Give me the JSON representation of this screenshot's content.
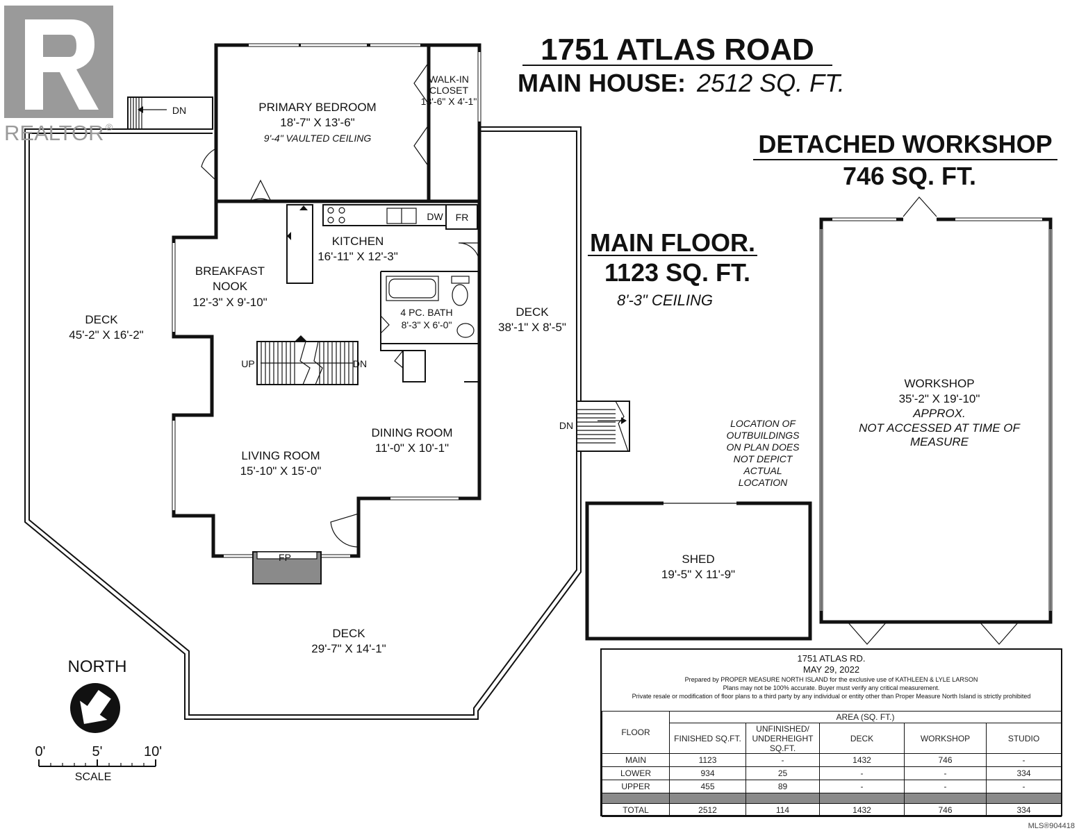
{
  "header": {
    "address": "1751 ATLAS ROAD",
    "main_house_label": "MAIN HOUSE:",
    "main_house_area": "2512 SQ. FT.",
    "workshop_title": "DETACHED WORKSHOP",
    "workshop_area": "746 SQ. FT.",
    "floor_title": "MAIN FLOOR.",
    "floor_area": "1123 SQ. FT.",
    "floor_ceiling": "8'-3\" CEILING"
  },
  "watermark": {
    "brand": "REALTOR",
    "reg_mark": "®",
    "color": "#9a9a9a"
  },
  "rooms": {
    "primary_bedroom": {
      "name": "PRIMARY BEDROOM",
      "dims": "18'-7\" X 13'-6\"",
      "note": "9'-4\" VAULTED CEILING"
    },
    "walk_in_closet": {
      "name1": "WALK-IN",
      "name2": "CLOSET",
      "dims": "13'-6\" X 4'-1\""
    },
    "kitchen": {
      "name": "KITCHEN",
      "dims": "16'-11\" X 12'-3\""
    },
    "breakfast_nook": {
      "name1": "BREAKFAST",
      "name2": "NOOK",
      "dims": "12'-3\" X 9'-10\""
    },
    "bath": {
      "name": "4 PC. BATH",
      "dims": "8'-3\" X 6'-0\""
    },
    "dining_room": {
      "name": "DINING ROOM",
      "dims": "11'-0\" X 10'-1\""
    },
    "living_room": {
      "name": "LIVING ROOM",
      "dims": "15'-10\" X 15'-0\""
    },
    "deck_west": {
      "name": "DECK",
      "dims": "45'-2\" X 16'-2\""
    },
    "deck_east": {
      "name": "DECK",
      "dims": "38'-1\" X 8'-5\""
    },
    "deck_south": {
      "name": "DECK",
      "dims": "29'-7\" X 14'-1\""
    },
    "shed": {
      "name": "SHED",
      "dims": "19'-5\" X 11'-9\""
    },
    "workshop": {
      "name": "WORKSHOP",
      "dims": "35'-2\" X 19'-10\"",
      "note1": "APPROX.",
      "note2": "NOT ACCESSED AT TIME OF",
      "note3": "MEASURE"
    }
  },
  "fixtures": {
    "dw": "DW",
    "fr": "FR",
    "fp": "FP",
    "up": "UP",
    "dn": "DN"
  },
  "outbuilding_note": [
    "LOCATION OF",
    "OUTBUILDINGS",
    "ON PLAN DOES",
    "NOT DEPICT",
    "ACTUAL",
    "LOCATION"
  ],
  "compass": {
    "label": "NORTH",
    "icon": "north-arrow-icon"
  },
  "scale": {
    "ticks": [
      "0'",
      "5'",
      "10'"
    ],
    "label": "SCALE"
  },
  "info_box": {
    "title": "1751 ATLAS RD.",
    "date": "MAY 29, 2022",
    "prepared": "Prepared by PROPER MEASURE NORTH ISLAND for the exclusive use of KATHLEEN & LYLE LARSON",
    "disclaimer1": "Plans may not be 100% accurate.  Buyer must verify any critical measurement.",
    "disclaimer2": "Private resale  or modification of floor plans to a third party by any individual or entity other than Proper Measure North Island is strictly prohibited",
    "area_header": "AREA (SQ. FT.)",
    "columns": {
      "floor": "FLOOR",
      "finished": "FINISHED SQ.FT.",
      "unfinished1": "UNFINISHED/",
      "unfinished2": "UNDERHEIGHT",
      "unfinished3": "SQ.FT.",
      "deck": "DECK",
      "workshop": "WORKSHOP",
      "studio": "STUDIO"
    },
    "rows": [
      {
        "floor": "MAIN",
        "finished": "1123",
        "unfinished": "-",
        "deck": "1432",
        "workshop": "746",
        "studio": "-"
      },
      {
        "floor": "LOWER",
        "finished": "934",
        "unfinished": "25",
        "deck": "-",
        "workshop": "-",
        "studio": "334"
      },
      {
        "floor": "UPPER",
        "finished": "455",
        "unfinished": "89",
        "deck": "-",
        "workshop": "-",
        "studio": "-"
      }
    ],
    "total": {
      "floor": "TOTAL",
      "finished": "2512",
      "unfinished": "114",
      "deck": "1432",
      "workshop": "746",
      "studio": "334"
    }
  },
  "mls": "MLS®904418"
}
